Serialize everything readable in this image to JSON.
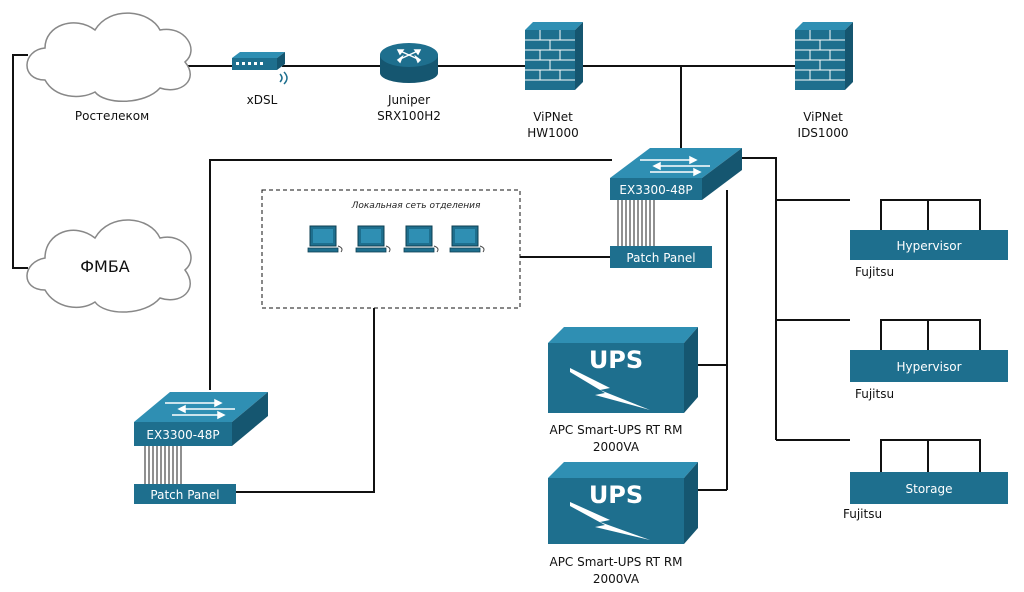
{
  "colors": {
    "device": "#1e6f8e",
    "device_dark": "#155670",
    "device_light": "#2f8fb3",
    "line": "#111111",
    "cloud_stroke": "#888888"
  },
  "clouds": {
    "rostelecom": "Ростелеком",
    "fmba": "ФМБА"
  },
  "devices": {
    "xdsl": "xDSL",
    "router_line1": "Juniper",
    "router_line2": "SRX100H2",
    "fw1_line1": "ViPNet",
    "fw1_line2": "HW1000",
    "fw2_line1": "ViPNet",
    "fw2_line2": "IDS1000",
    "switch_top": "EX3300-48P",
    "switch_bottom": "EX3300-48P",
    "patch_top": "Patch Panel",
    "patch_bottom": "Patch Panel"
  },
  "lan": {
    "title": "Локальная сеть отделения"
  },
  "ups": [
    {
      "badge": "UPS",
      "line1": "APC Smart-UPS RT RM",
      "line2": "2000VA"
    },
    {
      "badge": "UPS",
      "line1": "APC Smart-UPS RT RM",
      "line2": "2000VA"
    }
  ],
  "servers": [
    {
      "label": "Hypervisor",
      "vendor": "Fujitsu"
    },
    {
      "label": "Hypervisor",
      "vendor": "Fujitsu"
    },
    {
      "label": "Storage",
      "vendor": "Fujitsu"
    }
  ],
  "icons": {
    "cloud": "cloud-icon",
    "modem": "modem-icon",
    "router": "router-icon",
    "firewall": "firewall-icon",
    "switch": "network-switch-icon",
    "computer": "computer-icon",
    "ups": "ups-icon",
    "server": "server-icon"
  }
}
